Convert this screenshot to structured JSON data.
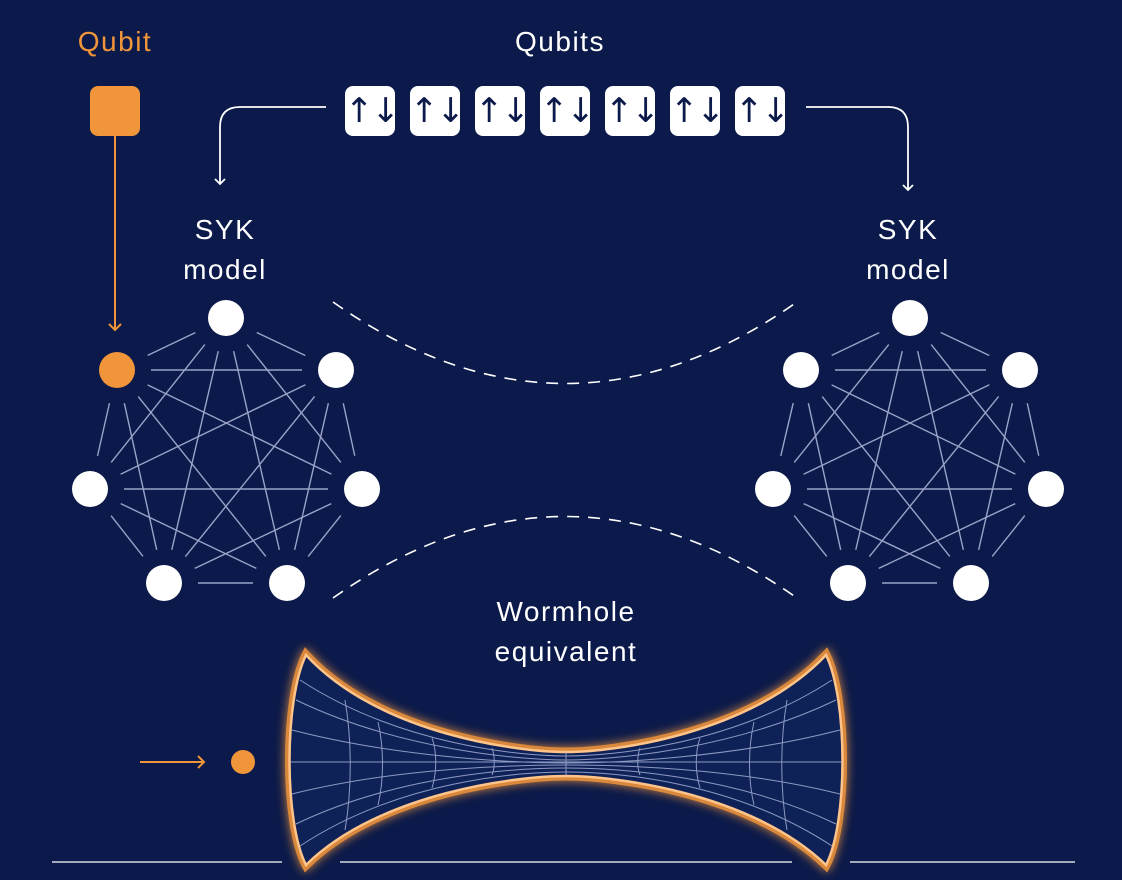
{
  "labels": {
    "qubit": "Qubit",
    "qubits": "Qubits",
    "syk_left": "SYK\nmodel",
    "syk_right": "SYK\nmodel",
    "wormhole": "Wormhole\nequivalent"
  },
  "qubit_array": [
    "↑↓",
    "↑↓",
    "↑↓",
    "↑↓",
    "↑↓",
    "↑↓",
    "↑↓"
  ],
  "colors": {
    "background": "#0b1a4a",
    "accent": "#f0953a",
    "node": "#ffffff",
    "edge": "#9aa3c8",
    "wormhole_fill": "#0f2258"
  },
  "syk_graph": {
    "node_count": 7,
    "fully_connected": true,
    "left_highlighted_node": 0,
    "right_highlighted_node": null
  }
}
